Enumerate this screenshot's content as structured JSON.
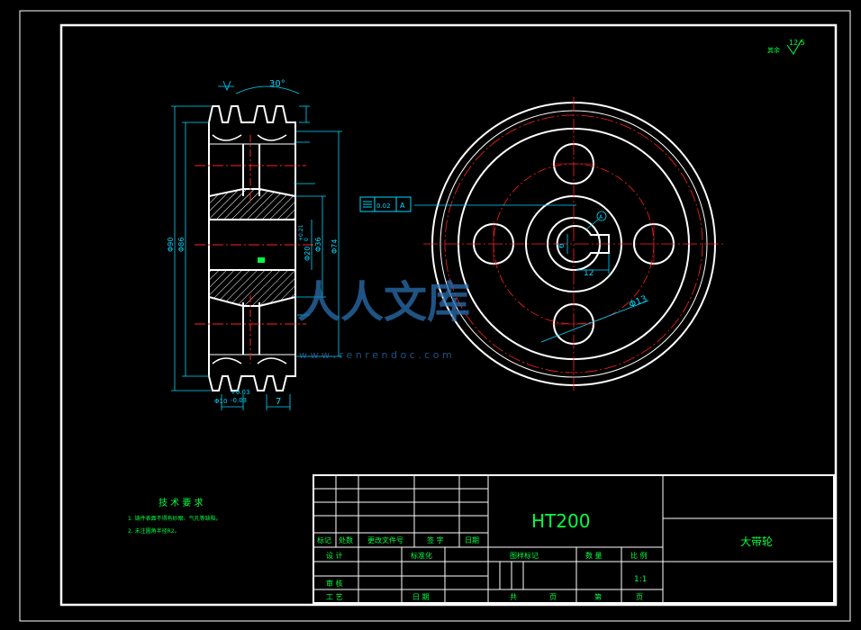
{
  "title_block": {
    "material": "HT200",
    "part_name": "大带轮",
    "headers": [
      "标记",
      "处数",
      "更改文件号",
      "签 字",
      "日期"
    ],
    "row_design": "设 计",
    "row_standard": "标准化",
    "row_review": "审 核",
    "row_process": "工 艺",
    "row_date": "日 期",
    "stage_mark": "图样标记",
    "quantity": "数 量",
    "scale_label": "比 例",
    "scale_value": "1:1",
    "sheet_total": "共",
    "sheet_unit": "页",
    "sheet_no": "第",
    "sheet_unit2": "页"
  },
  "tech_requirements": {
    "heading": "技 术 要 求",
    "items": [
      "1. 铸件表面不得有砂眼、气孔等缺陷。",
      "2. 未注圆角半径R2。"
    ]
  },
  "roughness_note": {
    "label": "其余",
    "value": "12.5"
  },
  "section_dims": {
    "angle": "30°",
    "d90": "Φ90",
    "d86": "Φ86",
    "d74": "Φ74",
    "d36": "Φ36",
    "d20": "Φ20",
    "tol_upper": "+0.21",
    "tol_lower": "0",
    "d10": "Φ10",
    "tol2_upper": "+0.03",
    "tol2_lower": "-0.03",
    "width": "7"
  },
  "front_dims": {
    "hole": "Φ13",
    "key_width": "6",
    "key_depth": "12",
    "datum": "A",
    "tolerance_value": "0.02",
    "tolerance_datum": "A"
  },
  "watermark": {
    "text": "人人文库",
    "url": "w w w . r e n r e n d o c . c o m"
  },
  "colors": {
    "line": "#ffffff",
    "dimension": "#00d8ff",
    "center": "#ff2020",
    "text_green": "#00ff40",
    "watermark": "#2a6fb0"
  }
}
